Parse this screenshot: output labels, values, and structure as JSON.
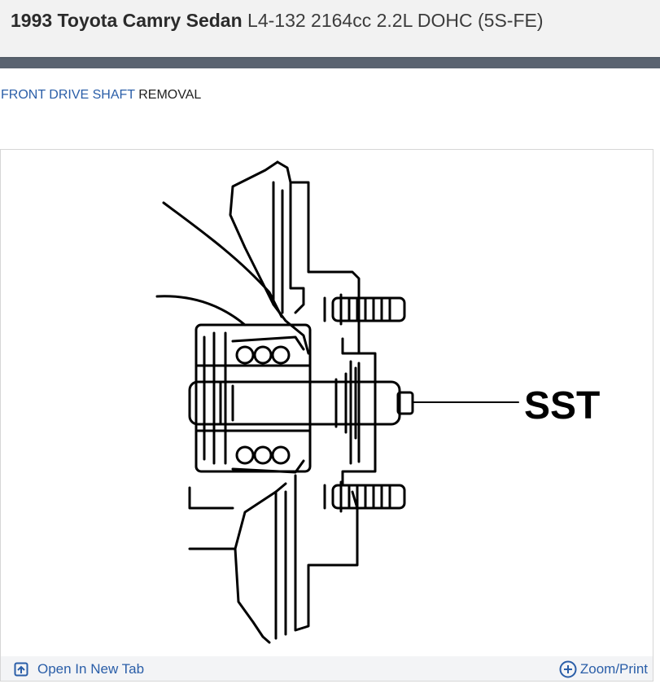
{
  "header": {
    "vehicle_name": "1993 Toyota Camry Sedan",
    "engine": "L4-132 2164cc 2.2L DOHC (5S-FE)"
  },
  "section_band": {
    "title": "FRONT DRIVE SHAFT REMOVAL"
  },
  "breadcrumb": {
    "link": "FRONT DRIVE SHAFT",
    "current": "REMOVAL"
  },
  "figure": {
    "callout_label": "SST",
    "open_tab_label": "Open In New Tab",
    "zoom_label": "Zoom/Print",
    "open_icon": "open-external-icon",
    "zoom_icon": "circle-plus-icon"
  },
  "colors": {
    "link": "#2a5ea8",
    "band": "#5a6370",
    "header_bg": "#f2f2f2"
  }
}
